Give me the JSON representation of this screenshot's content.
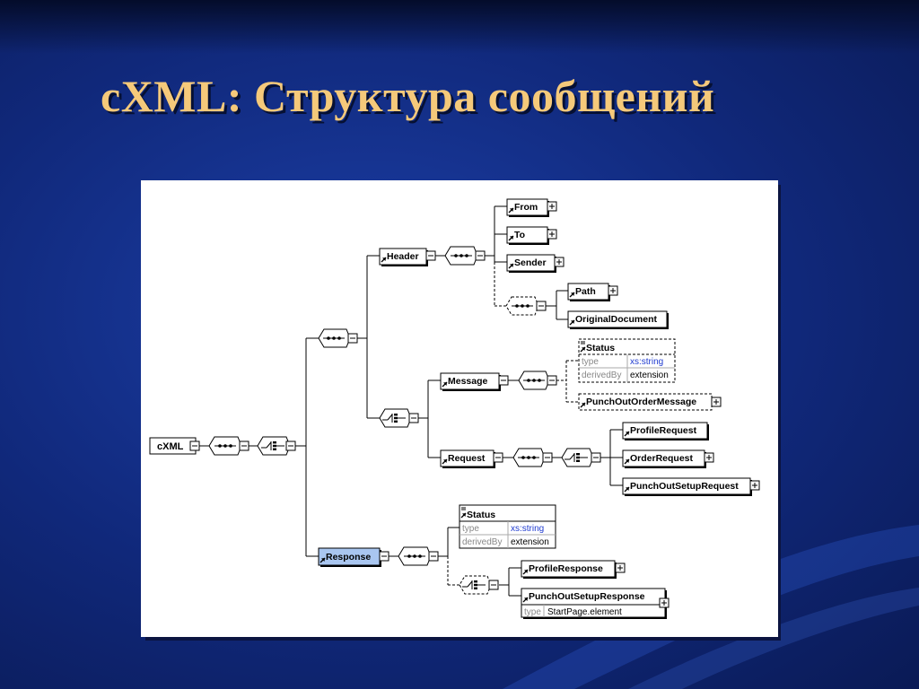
{
  "slide": {
    "title": "cXML: Структура сообщений"
  },
  "schema": {
    "root": "cXML",
    "elements": {
      "header": "Header",
      "from": "From",
      "to": "To",
      "sender": "Sender",
      "path": "Path",
      "original_document": "OriginalDocument",
      "message": "Message",
      "message_status": "Status",
      "punchout_order_message": "PunchOutOrderMessage",
      "request": "Request",
      "profile_request": "ProfileRequest",
      "order_request": "OrderRequest",
      "punchout_setup_request": "PunchOutSetupRequest",
      "response": "Response",
      "response_status": "Status",
      "profile_response": "ProfileResponse",
      "punchout_setup_response": "PunchOutSetupResponse"
    },
    "attributes": {
      "message_status_type_key": "type",
      "message_status_type_val": "xs:string",
      "message_status_derived_key": "derivedBy",
      "message_status_derived_val": "extension",
      "response_status_type_key": "type",
      "response_status_type_val": "xs:string",
      "response_status_derived_key": "derivedBy",
      "response_status_derived_val": "extension",
      "punchout_setup_response_type_key": "type",
      "punchout_setup_response_type_val": "StartPage.element"
    },
    "colors": {
      "title": "#f5c97a",
      "selected_node_fill": "#a9c6f0",
      "type_link": "#1f3bd0",
      "attr_key": "#888888"
    },
    "icons": [
      "expand-plus-icon",
      "collapse-minus-icon",
      "sequence-compositor-icon",
      "choice-compositor-icon",
      "element-ref-arrow-icon",
      "attribute-list-icon"
    ]
  }
}
